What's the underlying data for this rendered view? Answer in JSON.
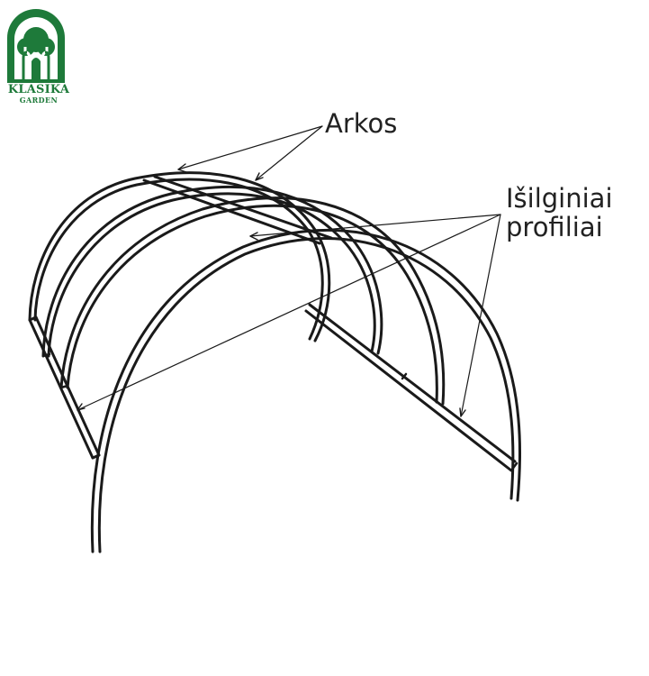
{
  "logo": {
    "brand": "KLASIKA",
    "sub": "GARDEN",
    "color": "#1e7a3a"
  },
  "callouts": {
    "arkos": "Arkos",
    "profiliai_line1": "Išilginiai",
    "profiliai_line2": "profiliai"
  },
  "line_color": "#1a1a1a"
}
